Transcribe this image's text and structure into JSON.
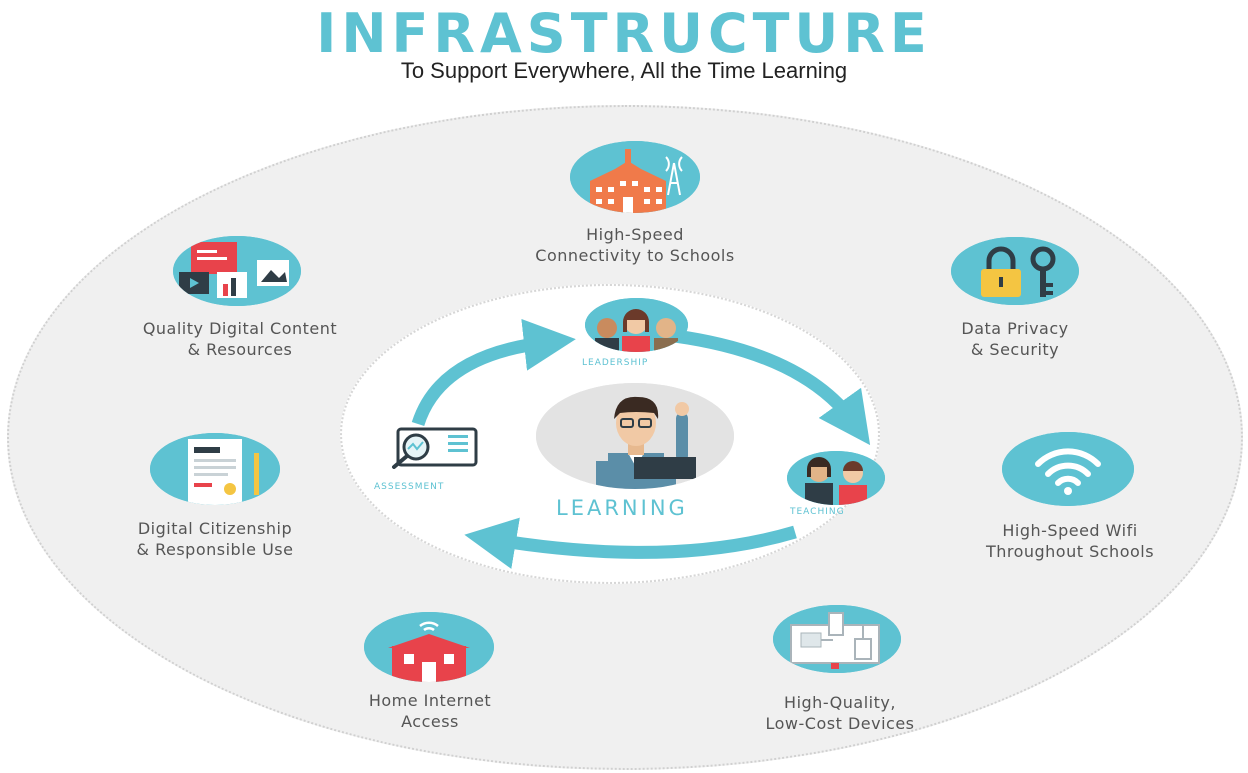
{
  "header": {
    "title": "INFRASTRUCTURE",
    "subtitle": "To Support Everywhere, All the Time Learning"
  },
  "outer_items": [
    {
      "id": "connectivity",
      "line1": "High-Speed",
      "line2": "Connectivity to Schools",
      "icon": "school-antenna-icon"
    },
    {
      "id": "privacy",
      "line1": "Data Privacy",
      "line2": "& Security",
      "icon": "lock-key-icon"
    },
    {
      "id": "wifi",
      "line1": "High-Speed Wifi",
      "line2": "Throughout Schools",
      "icon": "wifi-icon"
    },
    {
      "id": "devices",
      "line1": "High-Quality,",
      "line2": "Low-Cost Devices",
      "icon": "devices-icon"
    },
    {
      "id": "home",
      "line1": "Home Internet",
      "line2": "Access",
      "icon": "home-wifi-icon"
    },
    {
      "id": "citizenship",
      "line1": "Digital Citizenship",
      "line2": "& Responsible Use",
      "icon": "certificate-icon"
    },
    {
      "id": "content",
      "line1": "Quality Digital Content",
      "line2": "& Resources",
      "icon": "media-icon"
    }
  ],
  "cycle": {
    "center": "LEARNING",
    "leadership": "LEADERSHIP",
    "teaching": "TEACHING",
    "assessment": "ASSESSMENT"
  },
  "colors": {
    "accent": "#5ec2d2",
    "outer_bg": "#f0f0f0",
    "inner_bg": "#ffffff",
    "orange": "#f07a4a",
    "red": "#e8434b",
    "dark": "#2f3d46",
    "yellow": "#f4c542"
  }
}
